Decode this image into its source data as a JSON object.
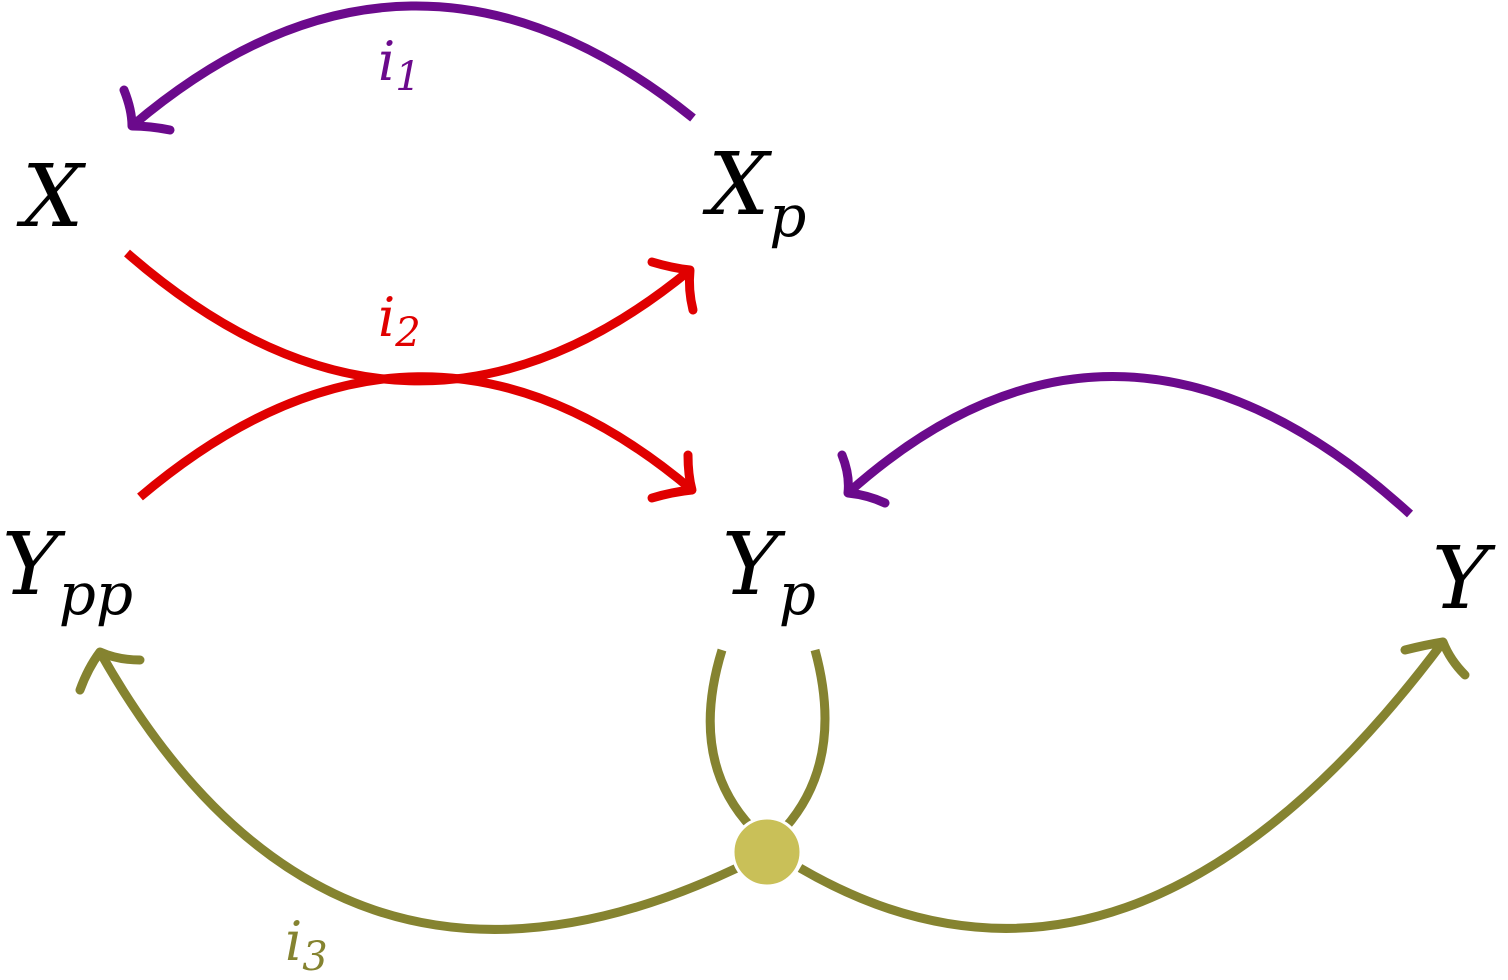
{
  "nodes": {
    "x": {
      "main": "X",
      "sub": ""
    },
    "xp": {
      "main": "X",
      "sub": "p"
    },
    "ypp": {
      "main": "Y",
      "sub": "pp"
    },
    "yp": {
      "main": "Y",
      "sub": "p"
    },
    "y": {
      "main": "Y",
      "sub": ""
    }
  },
  "edge_labels": {
    "i1": {
      "main": "i",
      "sub": "1"
    },
    "i2": {
      "main": "i",
      "sub": "2"
    },
    "i3": {
      "main": "i",
      "sub": "3"
    }
  },
  "colors": {
    "purple": "#6b0a8c",
    "red": "#e00000",
    "olive": "#858330",
    "junction": "#c9c058"
  }
}
